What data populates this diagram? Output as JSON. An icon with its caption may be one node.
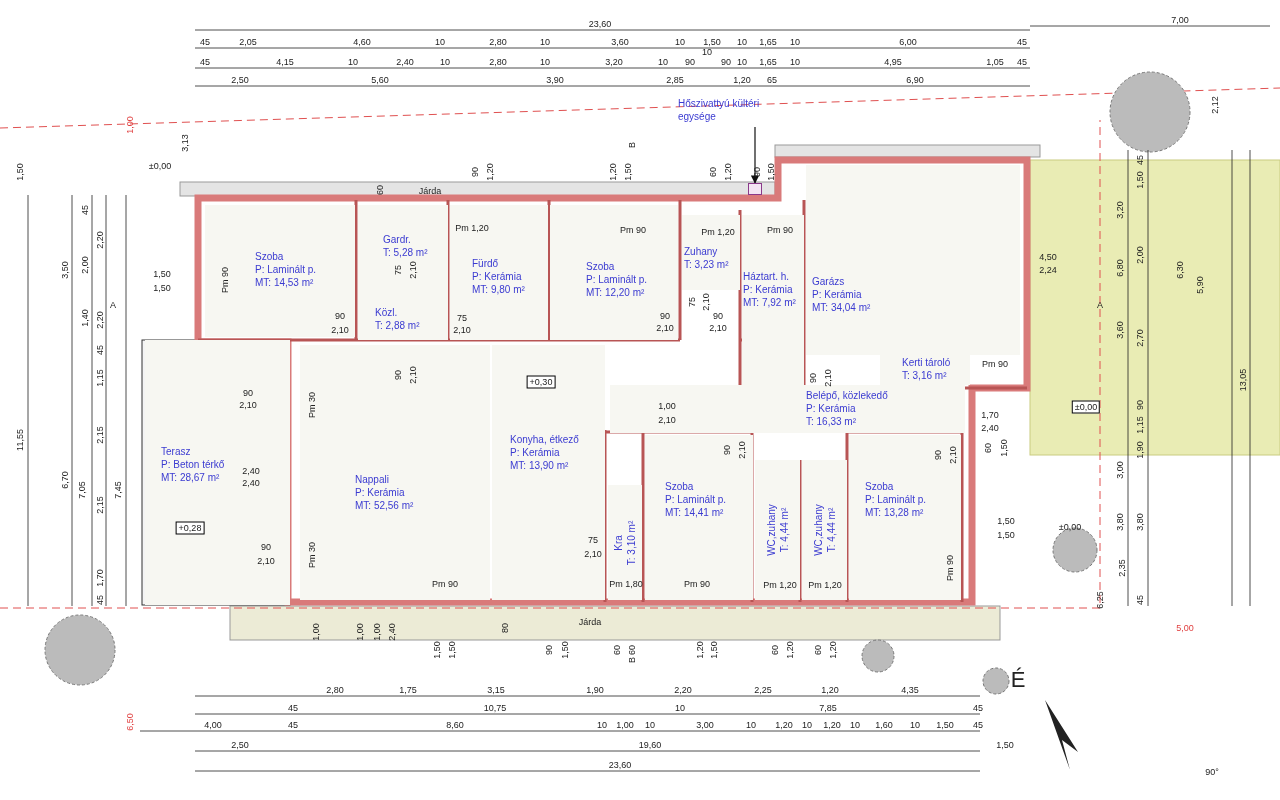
{
  "diagram": {
    "nodes": [
      {
        "text": [
          "Szoba",
          "P: Laminált p.",
          "MT: 14,53 m²"
        ]
      },
      {
        "text": [
          "Gardr.",
          "T: 5,28 m²"
        ]
      },
      {
        "text": [
          "Közl.",
          "T: 2,88 m²"
        ]
      },
      {
        "text": [
          "Fürdő",
          "P: Kerámia",
          "MT: 9,80 m²"
        ]
      },
      {
        "text": [
          "Szoba",
          "P: Laminált p.",
          "MT: 12,20 m²"
        ]
      },
      {
        "text": [
          "Zuhany",
          "T: 3,23 m²"
        ]
      },
      {
        "text": [
          "Háztart. h.",
          "P: Kerámia",
          "MT: 7,92 m²"
        ]
      },
      {
        "text": [
          "Garázs",
          "P: Kerámia",
          "MT: 34,04 m²"
        ]
      },
      {
        "text": [
          "Kerti tároló",
          "T: 3,16 m²"
        ]
      },
      {
        "text": [
          "Terasz",
          "P: Beton térkő",
          "MT: 28,67 m²"
        ]
      },
      {
        "text": [
          "Nappali",
          "P: Kerámia",
          "MT: 52,56 m²"
        ]
      },
      {
        "text": [
          "Konyha, étkező",
          "P: Kerámia",
          "MT: 13,90 m²"
        ]
      },
      {
        "text": [
          "Belépő, közlekedő",
          "P: Kerámia",
          "T: 16,33 m²"
        ]
      },
      {
        "text": [
          "Kra",
          "T: 3,10 m²"
        ]
      },
      {
        "text": [
          "Szoba",
          "P: Laminált p.",
          "MT: 14,41 m²"
        ]
      },
      {
        "text": [
          "WC,zuhany",
          "T: 4,44 m²"
        ]
      },
      {
        "text": [
          "WC,zuhany",
          "T: 4,44 m²"
        ]
      },
      {
        "text": [
          "Szoba",
          "P: Laminált p.",
          "MT: 13,28 m²"
        ]
      },
      {
        "text": [
          "Hőszivattyú kültéri egysége"
        ]
      },
      {
        "text": [],
        "shape": "box"
      }
    ],
    "edges": [
      {
        "from": 18,
        "to": 19,
        "arrow": "to"
      }
    ],
    "labels": [
      "23,60",
      "7,00",
      "45",
      "2,05",
      "4,60",
      "10",
      "2,80",
      "10",
      "3,60",
      "10",
      "1,50",
      "10",
      "1,65",
      "10",
      "6,00",
      "45",
      "45",
      "4,15",
      "10",
      "2,40",
      "10",
      "2,80",
      "10",
      "3,20",
      "10",
      "90",
      "10",
      "90",
      "10",
      "1,65",
      "10",
      "4,95",
      "1,05",
      "45",
      "2,50",
      "5,60",
      "3,90",
      "2,85",
      "1,20",
      "65",
      "6,90",
      "1,50",
      "1,50",
      "90",
      "1,50",
      "60",
      "60",
      "1,20",
      "1,50",
      "60",
      "1,20",
      "60",
      "1,20",
      "2,80",
      "1,75",
      "3,15",
      "1,90",
      "2,20",
      "2,25",
      "1,20",
      "4,35",
      "45",
      "10,75",
      "10",
      "7,85",
      "45",
      "4,00",
      "45",
      "8,60",
      "10",
      "1,00",
      "10",
      "3,00",
      "10",
      "1,20",
      "10",
      "1,20",
      "10",
      "1,60",
      "10",
      "1,50",
      "45",
      "2,50",
      "19,60",
      "1,50",
      "23,60",
      "1,50",
      "11,55",
      "3,13",
      "3,50",
      "6,70",
      "45",
      "2,00",
      "1,40",
      "2,20",
      "2,20",
      "45",
      "1,15",
      "2,15",
      "2,15",
      "1,70",
      "45",
      "7,05",
      "7,45",
      "1,50",
      "1,50",
      "2,12",
      "13,05",
      "3,20",
      "6,80",
      "3,60",
      "3,00",
      "3,80",
      "6,25",
      "2,35",
      "45",
      "1,50",
      "2,00",
      "2,70",
      "90",
      "1,15",
      "1,90",
      "3,80",
      "45",
      "5,90",
      "6,30",
      "±0,00",
      "+0,30",
      "+0,28",
      "±0,00",
      "±0,00",
      "Járda",
      "Járda",
      "A",
      "A",
      "B",
      "B",
      "É",
      "90°",
      "1,00",
      "6,50",
      "5,00",
      "4,50",
      "2,24",
      "1,70",
      "2,40",
      "60",
      "1,50",
      "1,50",
      "1,50",
      "Pm 90",
      "90",
      "2,10",
      "75",
      "2,10",
      "75",
      "2,10",
      "Pm 90",
      "Pm 90",
      "90",
      "2,10",
      "90",
      "2,10",
      "75",
      "2,10",
      "90",
      "2,10",
      "2,40",
      "2,40",
      "90",
      "2,10",
      "Pm 30",
      "Pm 30",
      "90",
      "2,10",
      "Pm 90",
      "75",
      "2,10",
      "1,00",
      "2,10",
      "90",
      "2,10",
      "Pm 1,80",
      "Pm 90",
      "Pm 90",
      "90",
      "2,10",
      "Pm 90",
      "90",
      "2,10",
      "90",
      "1,20",
      "1,20",
      "1,50",
      "60",
      "1,20",
      "90",
      "1,50",
      "60",
      "80",
      "1,00",
      "1,00",
      "1,00",
      "2,40",
      "Pm 1,20",
      "Pm 1,20",
      "Pm 1,20",
      "Pm 1,20"
    ]
  }
}
